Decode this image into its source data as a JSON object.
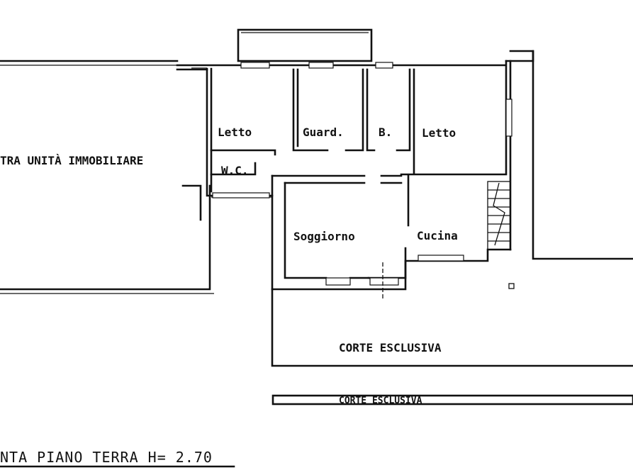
{
  "plan": {
    "rooms": {
      "letto_left": "Letto",
      "guardaroba": "Guard.",
      "bagno": "B.",
      "letto_right": "Letto",
      "wc": "W.C.",
      "soggiorno": "Soggiorno",
      "cucina": "Cucina"
    },
    "neighbor_label": "TRA UNITÀ IMMOBILIARE",
    "courtyard_label": "CORTE ESCLUSIVA",
    "courtyard_strip_label": "CORTE ESCLUSIVA",
    "title": "NTA PIANO TERRA H= 2.70"
  }
}
